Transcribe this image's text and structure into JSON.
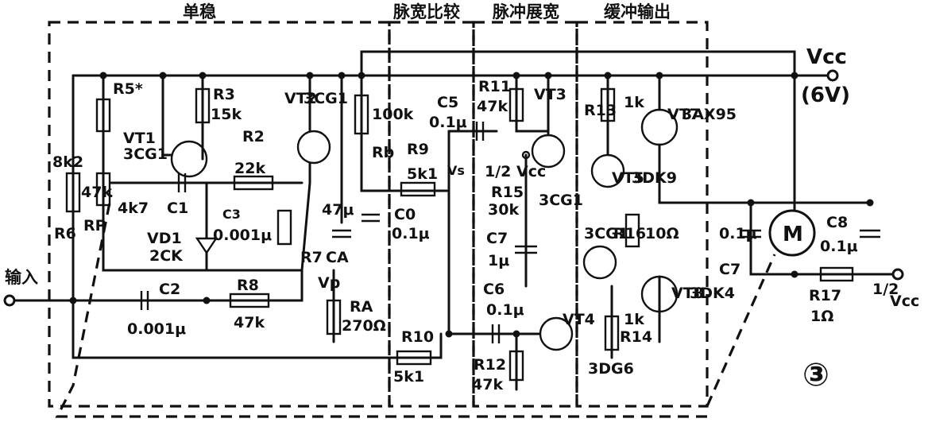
{
  "sections": {
    "monostable": "单稳",
    "pulse_compare": "脉宽比较",
    "pulse_stretch": "脉冲展宽",
    "buffer_output": "缓冲输出"
  },
  "supply": {
    "vcc": "Vcc",
    "vcc_value": "(6V)",
    "half_vcc_prefix": "1/2",
    "half_vcc": "Vcc"
  },
  "input_label": "输入",
  "figure_number": "③",
  "components": {
    "r5": "R5*",
    "r3": "R3",
    "r3_val": "15k",
    "vt2": "VT2",
    "vt2_type": "3CG1",
    "vt1": "VT1",
    "vt1_type": "3CG1",
    "r6": "R6",
    "r6_val": "8k2",
    "rp": "RP",
    "rp_val": "47k",
    "r1_val": "4k7",
    "c1": "C1",
    "r2": "R2",
    "r2_val": "22k",
    "c3_val": "0.001μ",
    "vd1": "VD1",
    "vd1_type": "2CK",
    "c2": "C2",
    "c2_val": "0.001μ",
    "r8": "R8",
    "r8_val": "47k",
    "rb": "Rb",
    "rb_val": "100k",
    "r7": "R7",
    "ca": "CA",
    "ca_val": "47μ",
    "vp": "Vp",
    "ra": "RA",
    "ra_val": "270Ω",
    "r9": "R9",
    "r9_val": "5k1",
    "c0": "C0",
    "c0_val": "0.1μ",
    "c5": "C5",
    "c5_val": "0.1μ",
    "r10": "R10",
    "r10_val": "5k1",
    "r11": "R11",
    "r11_val": "47k",
    "vt3": "VT3",
    "vt3_type": "3CG1",
    "half_vcc_node": "1/2 Vcc",
    "r15": "R15",
    "r15_val": "30k",
    "c7": "C7",
    "c7_val": "1μ",
    "c6": "C6",
    "c6_val": "0.1μ",
    "r12": "R12",
    "r12_val": "47k",
    "vt4": "VT4",
    "vt4_type": "3DG6",
    "r13": "R13",
    "r13_val": "1k",
    "vt5": "VT5",
    "vt5_type": "3DK9",
    "vt6_type": "3CG1",
    "r16": "R16",
    "r16_val": "10Ω",
    "r14": "R14",
    "r14_val": "1k",
    "vt7": "VT7",
    "vt7_type": "3AX95",
    "vt8": "VT8",
    "vt8_type": "3DK4",
    "c7_out": "C7",
    "c7_out_val": "0.1μ",
    "c8": "C8",
    "c8_val": "0.1μ",
    "r17": "R17",
    "r17_val": "1Ω",
    "motor": "M",
    "vs": "Vs"
  }
}
